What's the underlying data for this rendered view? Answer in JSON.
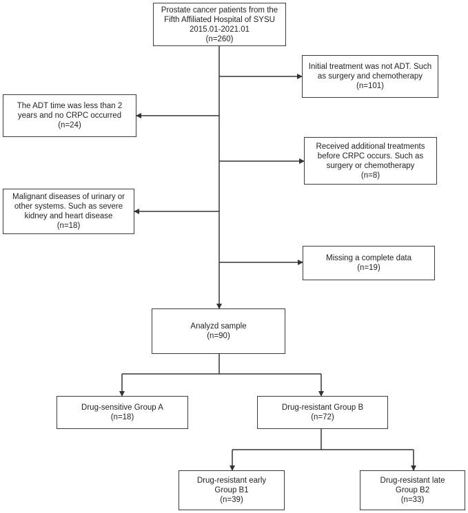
{
  "boxes": {
    "start": {
      "lines": [
        "Prostate cancer patients from the",
        "Fifth Affiliated Hospital of SYSU",
        "2015.01-2021.01",
        "(n=260)"
      ]
    },
    "excl_not_adt": {
      "lines": [
        "Initial treatment was not ADT. Such",
        "as surgery and chemotherapy",
        "(n=101)"
      ]
    },
    "excl_adt_time": {
      "lines": [
        "The ADT time was less than 2",
        "years and no CRPC occurred",
        "(n=24)"
      ]
    },
    "excl_additional": {
      "lines": [
        "Received additional treatments",
        "before CRPC occurs. Such as",
        "surgery or chemotherapy",
        "(n=8)"
      ]
    },
    "excl_malignant": {
      "lines": [
        "Malignant diseases of urinary or",
        "other systems. Such as severe",
        "kidney and heart disease",
        "(n=18)"
      ]
    },
    "excl_missing": {
      "lines": [
        "Missing a complete data",
        "(n=19)"
      ]
    },
    "analyzed": {
      "lines": [
        "Analyzd sample",
        "(n=90)"
      ]
    },
    "group_a": {
      "lines": [
        "Drug-sensitive  Group A",
        "(n=18)"
      ]
    },
    "group_b": {
      "lines": [
        "Drug-resistant Group B",
        "(n=72)"
      ]
    },
    "group_b1": {
      "lines": [
        "Drug-resistant  early",
        "Group B1",
        "(n=39)"
      ]
    },
    "group_b2": {
      "lines": [
        "Drug-resistant  late",
        "Group B2",
        "(n=33)"
      ]
    }
  }
}
